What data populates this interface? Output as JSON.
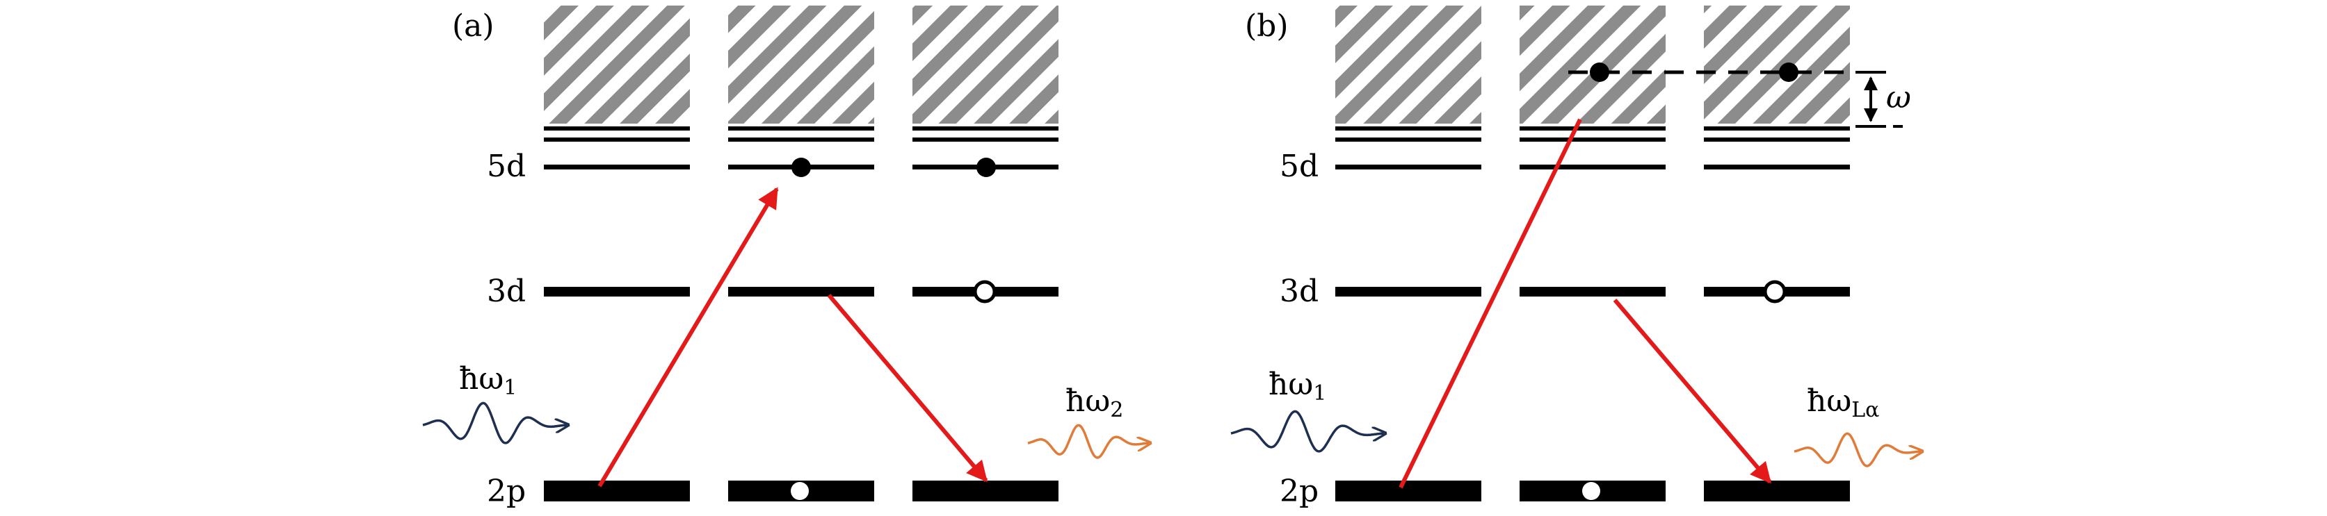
{
  "panels": [
    {
      "label": "(a)",
      "levels": [
        "5d",
        "3d",
        "2p"
      ],
      "photon_in": {
        "symbol": "ħω",
        "subscript": "1",
        "color": "#1e2f4f"
      },
      "photon_out": {
        "symbol": "ħω",
        "subscript": "2",
        "color": "#e07b39"
      }
    },
    {
      "label": "(b)",
      "levels": [
        "5d",
        "3d",
        "2p"
      ],
      "photon_in": {
        "symbol": "ħω",
        "subscript": "1",
        "color": "#1e2f4f"
      },
      "photon_out": {
        "symbol": "ħω",
        "subscript": "Lα",
        "color": "#e07b39"
      },
      "detuning_label": "ω"
    }
  ],
  "colors": {
    "arrow": "#e41a1a",
    "hatch_dark": "#8c8c8c",
    "hatch_light": "#ffffff",
    "level": "#000000"
  }
}
